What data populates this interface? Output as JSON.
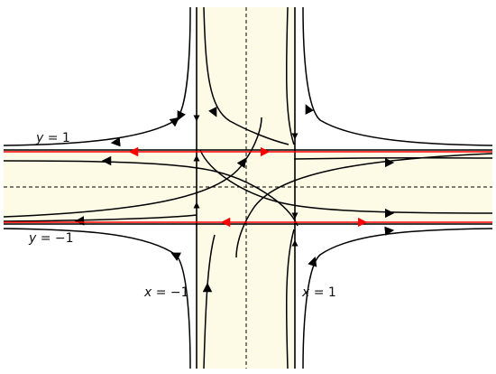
{
  "labels": {
    "y_pos": {
      "var": "y",
      "rest": " = 1"
    },
    "y_neg": {
      "var": "y",
      "rest": " = −1"
    },
    "x_neg": {
      "var": "x",
      "rest": " = −1"
    },
    "x_pos": {
      "var": "x",
      "rest": " = 1"
    }
  },
  "colors": {
    "shade": "#fdfbe6",
    "trajectory": "#000000",
    "invariant_line": "#ff0000",
    "axis_dashed": "#000000"
  }
}
